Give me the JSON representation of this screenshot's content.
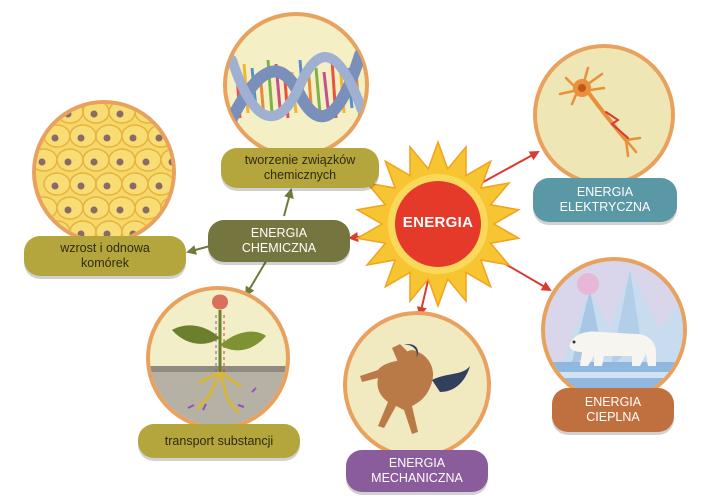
{
  "center": {
    "label": "ENERGIA"
  },
  "nodes": {
    "chemiczna": {
      "line1": "ENERGIA",
      "line2": "CHEMICZNA"
    },
    "elektryczna": {
      "line1": "ENERGIA",
      "line2": "ELEKTRYCZNA"
    },
    "cieplna": {
      "line1": "ENERGIA",
      "line2": "CIEPLNA"
    },
    "mechaniczna": {
      "line1": "ENERGIA",
      "line2": "MECHANICZNA"
    }
  },
  "sub_nodes": {
    "tworzenie": {
      "line1": "tworzenie związków",
      "line2": "chemicznych"
    },
    "wzrost": {
      "line1": "wzrost i odnowa",
      "line2": "komórek"
    },
    "transport": {
      "line1": "transport substancji"
    }
  },
  "colors": {
    "sun": "#f7c531",
    "sun_core": "#e53a2a",
    "arrow_red": "#d93a32",
    "arrow_green": "#6f7a3c",
    "circle_fill": "#f2eec8",
    "circle_border": "#e59b5a",
    "chemiczna": "#75763f",
    "elektryczna": "#5b98a6",
    "cieplna": "#c0703f",
    "mechaniczna": "#8a5c9c",
    "sub_node": "#b4a63c"
  },
  "icons": [
    "sun-icon",
    "dna-icon",
    "cells-icon",
    "neuron-icon",
    "plant-icon",
    "horse-icon",
    "polar-bear-icon"
  ]
}
